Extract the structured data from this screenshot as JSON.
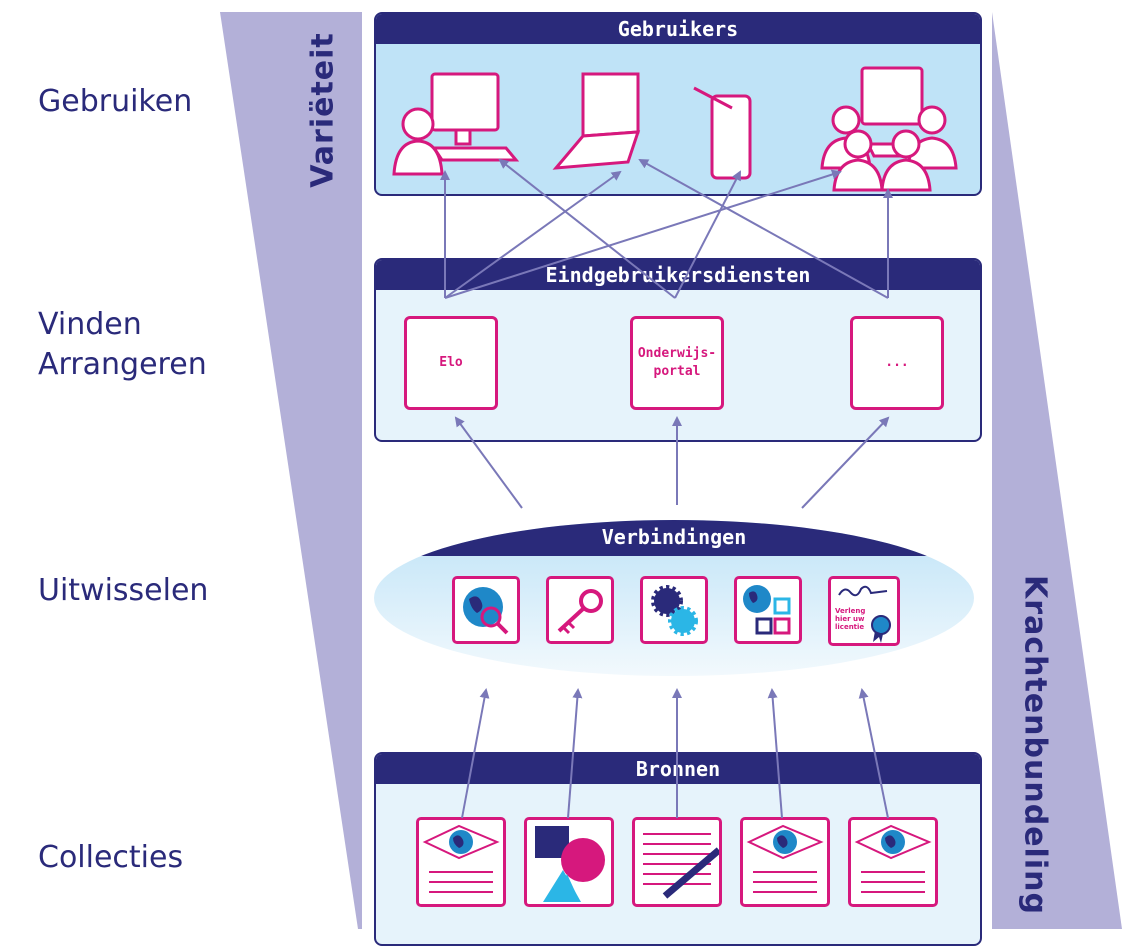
{
  "layers": {
    "gebruiken": "Gebruiken",
    "vinden": "Vinden",
    "arrangeren": "Arrangeren",
    "uitwisselen": "Uitwisselen",
    "collecties": "Collecties"
  },
  "side": {
    "left": "Variëteit",
    "right": "Krachtenbundeling"
  },
  "gebruikers": {
    "title": "Gebruikers"
  },
  "diensten": {
    "title": "Eindgebruikersdiensten",
    "items": [
      {
        "label": "Elo"
      },
      {
        "label": "Onderwijs-\nportal"
      },
      {
        "label": "..."
      }
    ]
  },
  "verbindingen": {
    "title": "Verbindingen",
    "licence_text": "Verleng\nhier uw\nlicentie"
  },
  "bronnen": {
    "title": "Bronnen"
  },
  "colors": {
    "navy": "#2a2a7a",
    "magenta": "#d6187d",
    "light_blue": "#bfe3f7",
    "pale_blue": "#e6f3fb",
    "lavender": "#b3b0d8",
    "globe_blue": "#1f88c8",
    "cyan": "#2bb6e6"
  }
}
